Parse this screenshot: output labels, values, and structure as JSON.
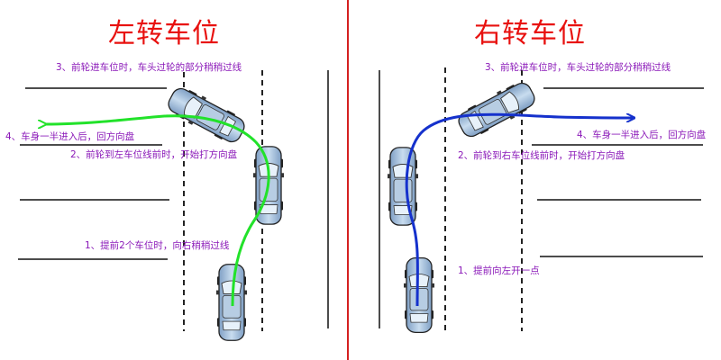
{
  "left_panel": {
    "title": "左转车位",
    "steps": [
      "1、提前2个车位时，向右稍稍过线",
      "2、前轮到左车位线前时，开始打方向盘",
      "3、前轮进车位时，车头过轮的部分稍稍过线",
      "4、车身一半进入后，回方向盘"
    ],
    "path_color": "#22e22a"
  },
  "right_panel": {
    "title": "右转车位",
    "steps": [
      "1、提前向左开一点",
      "2、前轮到右车位线前时，开始打方向盘",
      "3、前轮进车位时，车头过轮的部分稍稍过线",
      "4、车身一半进入后，回方向盘"
    ],
    "path_color": "#1531cc"
  },
  "colors": {
    "divider": "#d42020",
    "title": "#e8110f",
    "note": "#8a18b8",
    "car_body": "#a9c4df",
    "car_outline": "#222222"
  }
}
